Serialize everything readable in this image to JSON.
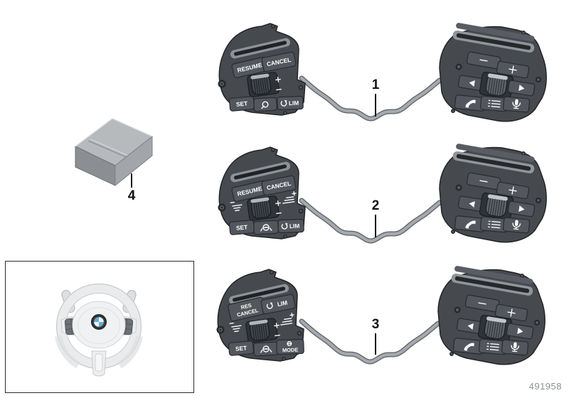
{
  "footer": {
    "drawing_number": "491958"
  },
  "box": {
    "callout": "4"
  },
  "colors": {
    "background": "#ffffff",
    "panel_housing": "#46494e",
    "button_face": "#53575d",
    "button_text": "#ffffff",
    "cable": "#a6aaae",
    "callout_text": "#111111",
    "box_gray": "#a2a6aa",
    "bmw_blue": "#62aed6",
    "drawing_number_text": "#8c9094"
  },
  "assemblies": [
    {
      "callout": "1",
      "left_panel": {
        "buttons": {
          "resume": "RESUME",
          "cancel": "CANCEL",
          "set": "SET",
          "lim": "LIM"
        },
        "icons": [
          "scroll-wheel",
          "plus-icon",
          "minus-icon",
          "cruise-control-icon",
          "speed-limiter-icon"
        ]
      },
      "right_panel": {
        "icons": [
          "minus-icon",
          "plus-icon",
          "arrow-left-icon",
          "scroll-wheel",
          "arrow-right-icon",
          "phone-icon",
          "menu-list-icon",
          "microphone-icon"
        ]
      }
    },
    {
      "callout": "2",
      "left_panel": {
        "buttons": {
          "resume": "RESUME",
          "cancel": "CANCEL",
          "set": "SET",
          "lim": "LIM"
        },
        "icons": [
          "distance-decrease-icon",
          "scroll-wheel",
          "plus-icon",
          "minus-icon",
          "distance-increase-icon",
          "steering-assist-icon",
          "speed-limiter-icon"
        ]
      },
      "right_panel": {
        "icons": [
          "minus-icon",
          "plus-icon",
          "arrow-left-icon",
          "scroll-wheel",
          "arrow-right-icon",
          "phone-icon",
          "menu-list-icon",
          "microphone-icon"
        ]
      }
    },
    {
      "callout": "3",
      "left_panel": {
        "buttons": {
          "res": "RES",
          "cancel": "CANCEL",
          "lim": "LIM",
          "set": "SET",
          "mode": "MODE"
        },
        "icons": [
          "speed-limiter-icon",
          "distance-decrease-icon",
          "scroll-wheel",
          "plus-icon",
          "minus-icon",
          "distance-increase-icon",
          "steering-assist-icon",
          "drive-mode-icon"
        ]
      },
      "right_panel": {
        "icons": [
          "minus-icon",
          "plus-icon",
          "arrow-left-icon",
          "scroll-wheel",
          "arrow-right-icon",
          "phone-icon",
          "menu-list-icon",
          "microphone-icon"
        ]
      }
    }
  ]
}
